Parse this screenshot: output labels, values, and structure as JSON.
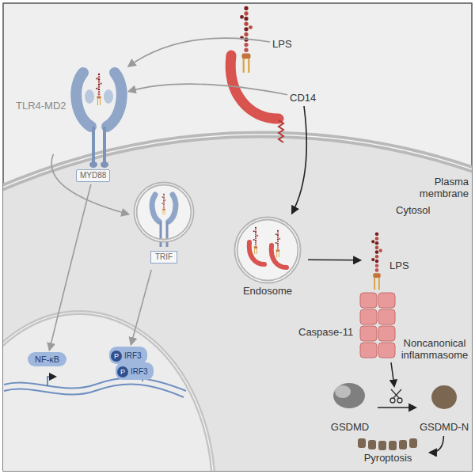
{
  "diagram": {
    "nodes": [
      {
        "text": [
          "LPS"
        ]
      },
      {
        "text": [
          "CD14"
        ]
      },
      {
        "text": [
          "TLR4-MD2"
        ]
      },
      {
        "text": [
          "MYD88"
        ]
      },
      {
        "text": [
          "TRIF"
        ]
      },
      {
        "text": [
          "Endosome"
        ]
      },
      {
        "text": [
          "LPS"
        ]
      },
      {
        "text": [
          "Caspase-11"
        ]
      },
      {
        "text": [
          "GSDMD"
        ]
      },
      {
        "text": [
          "GSDMD-N"
        ]
      },
      {
        "text": [
          "Pyroptosis"
        ]
      },
      {
        "text": [
          "NF-κB"
        ]
      },
      {
        "text": [
          "P",
          "IRF3"
        ]
      },
      {
        "text": [
          "P",
          "IRF3"
        ]
      }
    ],
    "edges": [
      {
        "from": 0,
        "to": 2,
        "arrow": "to"
      },
      {
        "from": 1,
        "to": 2,
        "arrow": "to"
      },
      {
        "from": 2,
        "to": 4,
        "arrow": "to"
      },
      {
        "from": 1,
        "to": 5,
        "arrow": "to"
      },
      {
        "from": 5,
        "to": 6,
        "arrow": "to"
      },
      {
        "from": 3,
        "to": 11,
        "arrow": "to"
      },
      {
        "from": 4,
        "to": 12,
        "arrow": "to"
      },
      {
        "from": 8,
        "to": 9,
        "arrow": "to"
      },
      {
        "from": 9,
        "to": 10,
        "arrow": "to"
      }
    ],
    "labels": [
      "Plasma membrane",
      "Cytosol",
      "Noncanonical inflammasome"
    ]
  }
}
